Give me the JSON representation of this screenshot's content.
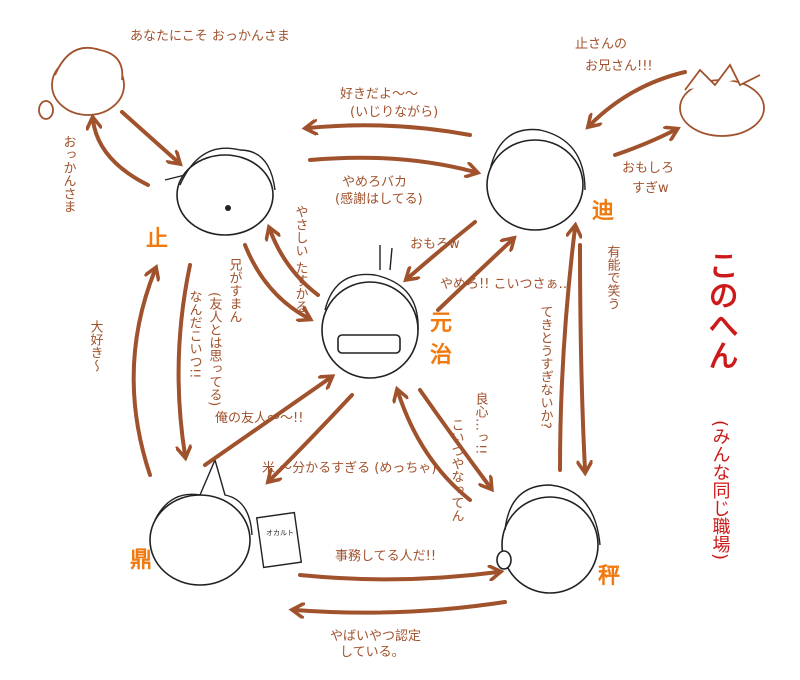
{
  "colors": {
    "arrow": "#a0522d",
    "name": "#f07a10",
    "title": "#cc1a1a"
  },
  "characters": {
    "shi": "止",
    "tetsu": "迪",
    "genji": "元治",
    "tei": "鼎",
    "hakari": "秤"
  },
  "notes": {
    "brother_to_shi": "あなたにこそ おっかんさま",
    "shi_to_brother": "おっかんさま",
    "tetsu_to_shi": "好きだよ〜〜",
    "tetsu_to_shi_sub": "(いじりながら)",
    "shi_to_tetsu": "やめろバカ",
    "shi_to_tetsu_sub": "(感謝はしてる)",
    "bro2_to_tetsu_1": "止さんの",
    "bro2_to_tetsu_2": "お兄さん!!!",
    "tetsu_to_bro2_1": "おもしろ",
    "tetsu_to_bro2_2": "すぎw",
    "genji_to_shi": "やさしい たすかる",
    "shi_to_genji": "兄がすまん",
    "shi_to_tei": "なんだこいつ!!",
    "shi_to_tei_sub": "(友人とは思ってる)",
    "tei_to_shi": "大好き〜",
    "tetsu_to_genji": "おもろw",
    "genji_to_tetsu": "やめろ!! こいつさぁ…",
    "tetsu_to_hakari": "有能で笑う",
    "hakari_to_tetsu": "てきとうすぎないか?",
    "genji_to_hakari": "良心…っ!!",
    "hakari_to_genji": "こいつやなってん",
    "tei_to_genji": "俺の友人〜〜!!",
    "genji_to_tei": "米 〜分かるすぎる (めっちゃ)",
    "tei_to_hakari": "事務してる人だ!!",
    "hakari_to_tei_1": "やばいやつ認定",
    "hakari_to_tei_2": "している。",
    "book": "オカルト"
  },
  "title": {
    "main": "このへん",
    "sub": "(みんな同じ職場)"
  }
}
